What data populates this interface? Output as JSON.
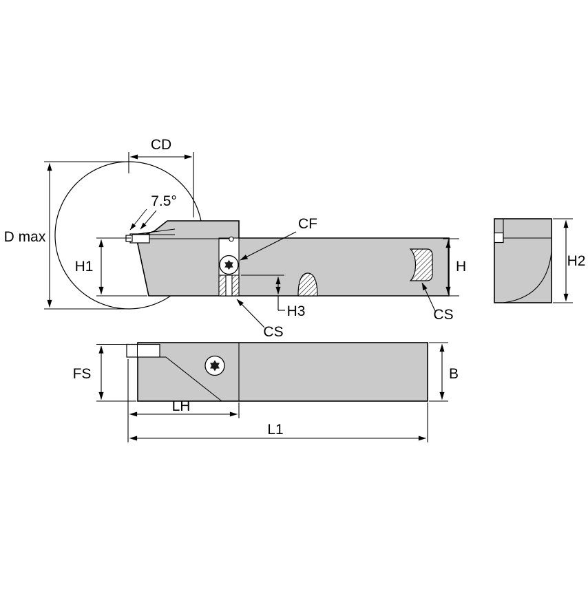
{
  "drawing": {
    "title": "Grooving tool holder dimensional drawing",
    "colors": {
      "body_fill": "#cacaca",
      "line": "#000000",
      "background": "#ffffff"
    },
    "views": {
      "side": {
        "labels": {
          "d_max": "D max",
          "cd": "CD",
          "angle": "7.5°",
          "h1": "H1",
          "cf": "CF",
          "h3": "H3",
          "cs_clamp": "CS",
          "cs_end": "CS",
          "h": "H"
        }
      },
      "end": {
        "labels": {
          "h2": "H2"
        }
      },
      "top": {
        "labels": {
          "fs": "FS",
          "lh": "LH",
          "l1": "L1",
          "b": "B"
        }
      }
    }
  }
}
